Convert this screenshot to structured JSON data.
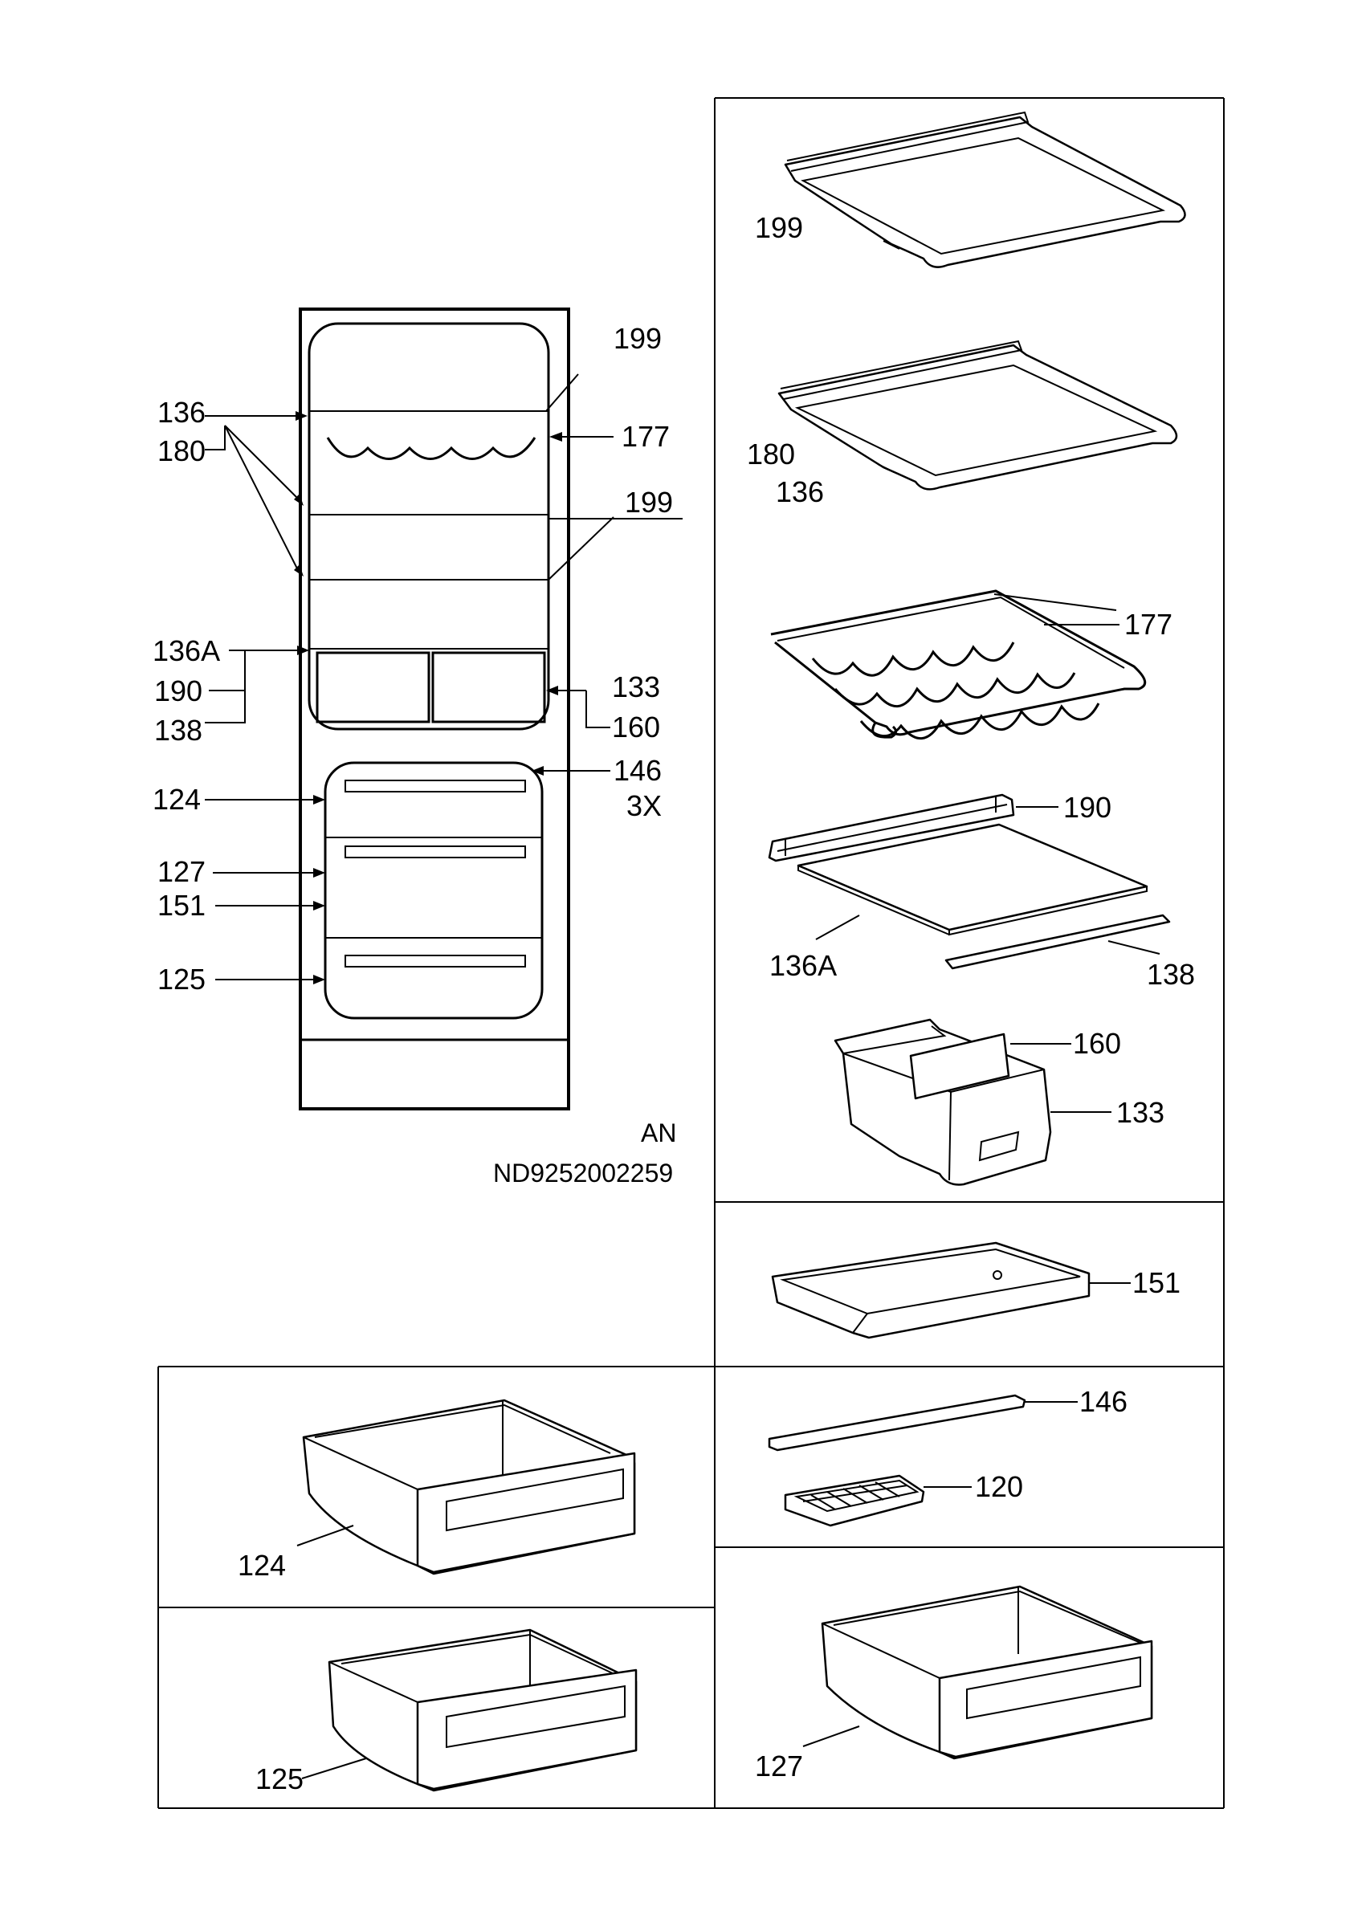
{
  "overview": {
    "labels": {
      "l136": "136",
      "l180": "180",
      "l199a": "199",
      "l177": "177",
      "l199b": "199",
      "l136A": "136A",
      "l190": "190",
      "l138": "138",
      "l133": "133",
      "l160": "160",
      "l124": "124",
      "l146": "146",
      "l3x": "3X",
      "l127": "127",
      "l151": "151",
      "l125": "125"
    },
    "model_code": "AN",
    "part_number": "ND9252002259"
  },
  "parts": {
    "p199": "199",
    "p180": "180",
    "p136": "136",
    "p177": "177",
    "p190": "190",
    "p136A": "136A",
    "p138": "138",
    "p160": "160",
    "p133": "133",
    "p151": "151",
    "p146": "146",
    "p120": "120",
    "p124": "124",
    "p125": "125",
    "p127": "127"
  }
}
